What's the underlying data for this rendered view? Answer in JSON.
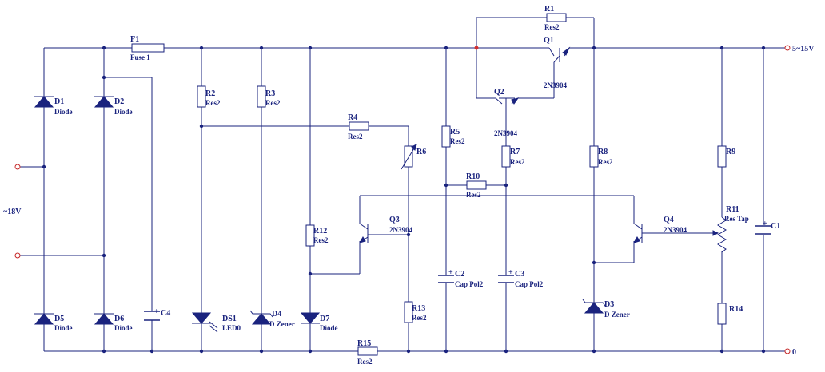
{
  "components": {
    "F1": {
      "ref": "F1",
      "val": "Fuse 1"
    },
    "R1": {
      "ref": "R1",
      "val": "Res2"
    },
    "R2": {
      "ref": "R2",
      "val": "Res2"
    },
    "R3": {
      "ref": "R3",
      "val": "Res2"
    },
    "R4": {
      "ref": "R4",
      "val": "Res2"
    },
    "R5": {
      "ref": "R5",
      "val": "Res2"
    },
    "R6": {
      "ref": "R6"
    },
    "R7": {
      "ref": "R7",
      "val": "Res2"
    },
    "R8": {
      "ref": "R8",
      "val": "Res2"
    },
    "R9": {
      "ref": "R9"
    },
    "R10": {
      "ref": "R10",
      "val": "Res2"
    },
    "R11": {
      "ref": "R11",
      "val": "Res Tap"
    },
    "R12": {
      "ref": "R12",
      "val": "Res2"
    },
    "R13": {
      "ref": "R13",
      "val": "Res2"
    },
    "R14": {
      "ref": "R14"
    },
    "R15": {
      "ref": "R15",
      "val": "Res2"
    },
    "Q1": {
      "ref": "Q1",
      "val": "2N3904"
    },
    "Q2": {
      "ref": "Q2",
      "val": "2N3904"
    },
    "Q3": {
      "ref": "Q3",
      "val": "2N3904"
    },
    "Q4": {
      "ref": "Q4",
      "val": "2N3904"
    },
    "D1": {
      "ref": "D1",
      "val": "Diode"
    },
    "D2": {
      "ref": "D2",
      "val": "Diode"
    },
    "D5": {
      "ref": "D5",
      "val": "Diode"
    },
    "D6": {
      "ref": "D6",
      "val": "Diode"
    },
    "D7": {
      "ref": "D7",
      "val": "Diode"
    },
    "D3": {
      "ref": "D3",
      "val": "D Zener"
    },
    "D4": {
      "ref": "D4",
      "val": "D Zener"
    },
    "DS1": {
      "ref": "DS1",
      "val": "LED0"
    },
    "C1": {
      "ref": "C1"
    },
    "C2": {
      "ref": "C2",
      "val": "Cap Pol2"
    },
    "C3": {
      "ref": "C3",
      "val": "Cap Pol2"
    },
    "C4": {
      "ref": "C4"
    }
  },
  "terminals": {
    "ac_input": "~18V",
    "out_pos": "5~15V",
    "out_gnd": "0"
  },
  "polarity_mark": "+",
  "colors": {
    "wire": "#1a237e",
    "node": "#1a237e",
    "junction": "#d32f2f",
    "terminal": "#c62828"
  }
}
